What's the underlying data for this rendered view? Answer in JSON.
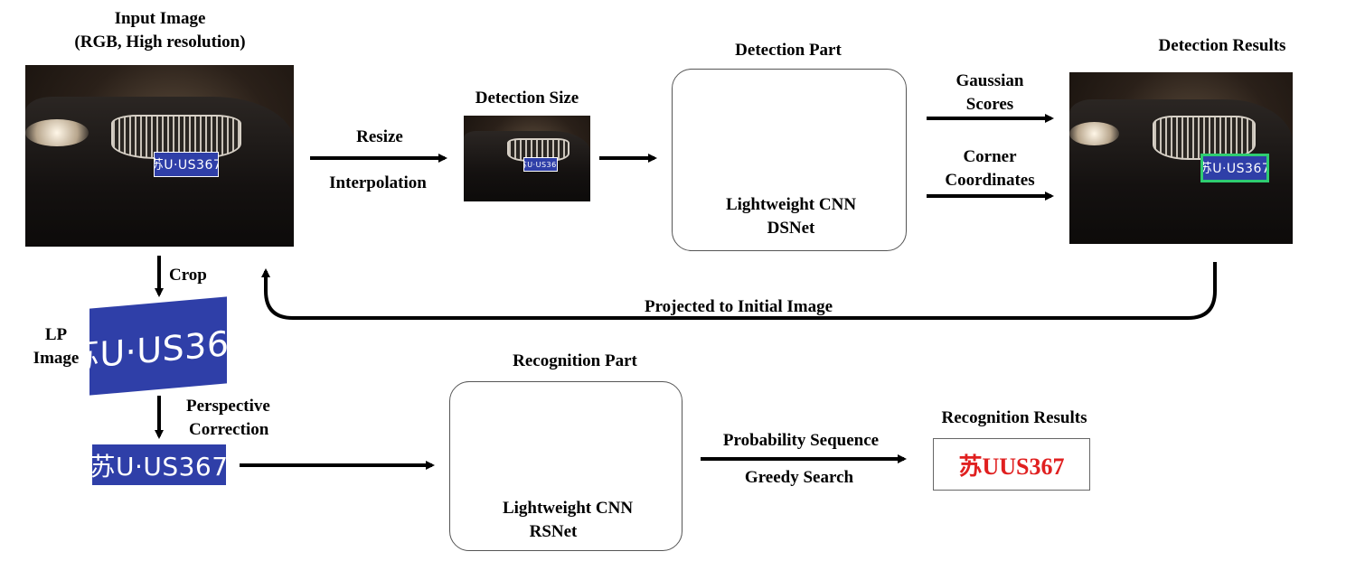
{
  "input": {
    "title_line1": "Input Image",
    "title_line2": "(RGB, High resolution)"
  },
  "resize": {
    "label1": "Resize",
    "label2": "Interpolation"
  },
  "detection_size": {
    "title": "Detection Size"
  },
  "detection_part": {
    "title": "Detection Part",
    "cnn_line1": "Lightweight CNN",
    "cnn_line2": "DSNet"
  },
  "outputs": {
    "gaussian_line1": "Gaussian",
    "gaussian_line2": "Scores",
    "corner_line1": "Corner",
    "corner_line2": "Coordinates"
  },
  "detection_results": {
    "title": "Detection Results"
  },
  "projection": {
    "label": "Projected to Initial Image"
  },
  "crop": {
    "label": "Crop"
  },
  "lp_image": {
    "label_line1": "LP",
    "label_line2": "Image"
  },
  "perspective": {
    "label_line1": "Perspective",
    "label_line2": "Correction"
  },
  "recognition_part": {
    "title": "Recognition Part",
    "cnn_line1": "Lightweight CNN",
    "cnn_line2": "RSNet"
  },
  "sequence": {
    "label1": "Probability Sequence",
    "label2": "Greedy Search"
  },
  "recognition_results": {
    "title": "Recognition Results",
    "value": "苏UUS367"
  },
  "plate_text": "苏U·US367",
  "colors": {
    "plate_blue": "#2f3fa8",
    "result_red": "#e02020",
    "detect_box": "#2ecc71"
  }
}
